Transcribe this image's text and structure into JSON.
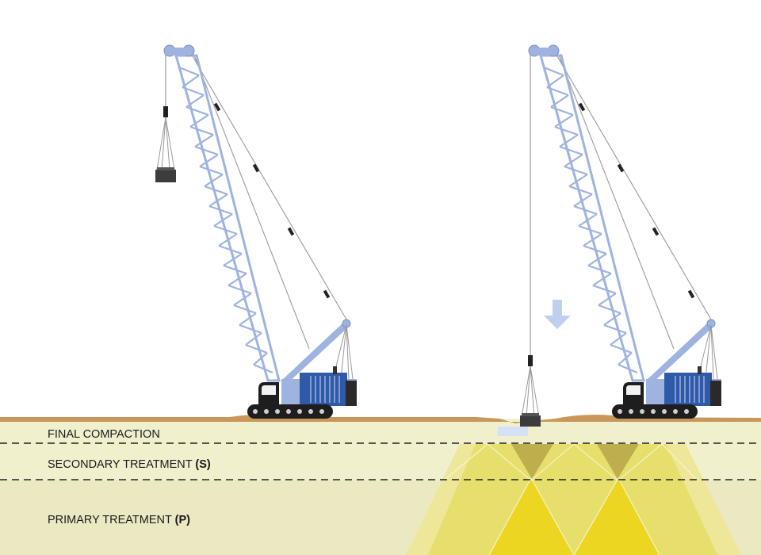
{
  "layers": [
    {
      "name": "FINAL COMPACTION",
      "code": ""
    },
    {
      "name": "SECONDARY TREATMENT",
      "code": "(S)"
    },
    {
      "name": "PRIMARY TREATMENT",
      "code": "(P)"
    }
  ],
  "colors": {
    "crane_boom": "#9eb3e0",
    "crane_body_dark": "#2f5aa8",
    "crane_body_light": "#9eb3e0",
    "ground_surface": "#c8975a",
    "soil_base": "#f1f0cd",
    "soil_treated": "#e6df6c",
    "impact_zone": "#ecd622",
    "impact_cone": "#bfae4e",
    "drop_arrow": "#bfd0ee",
    "weight": "#3c3c3c"
  },
  "icons": {
    "drop_direction": "arrow-down-icon"
  }
}
